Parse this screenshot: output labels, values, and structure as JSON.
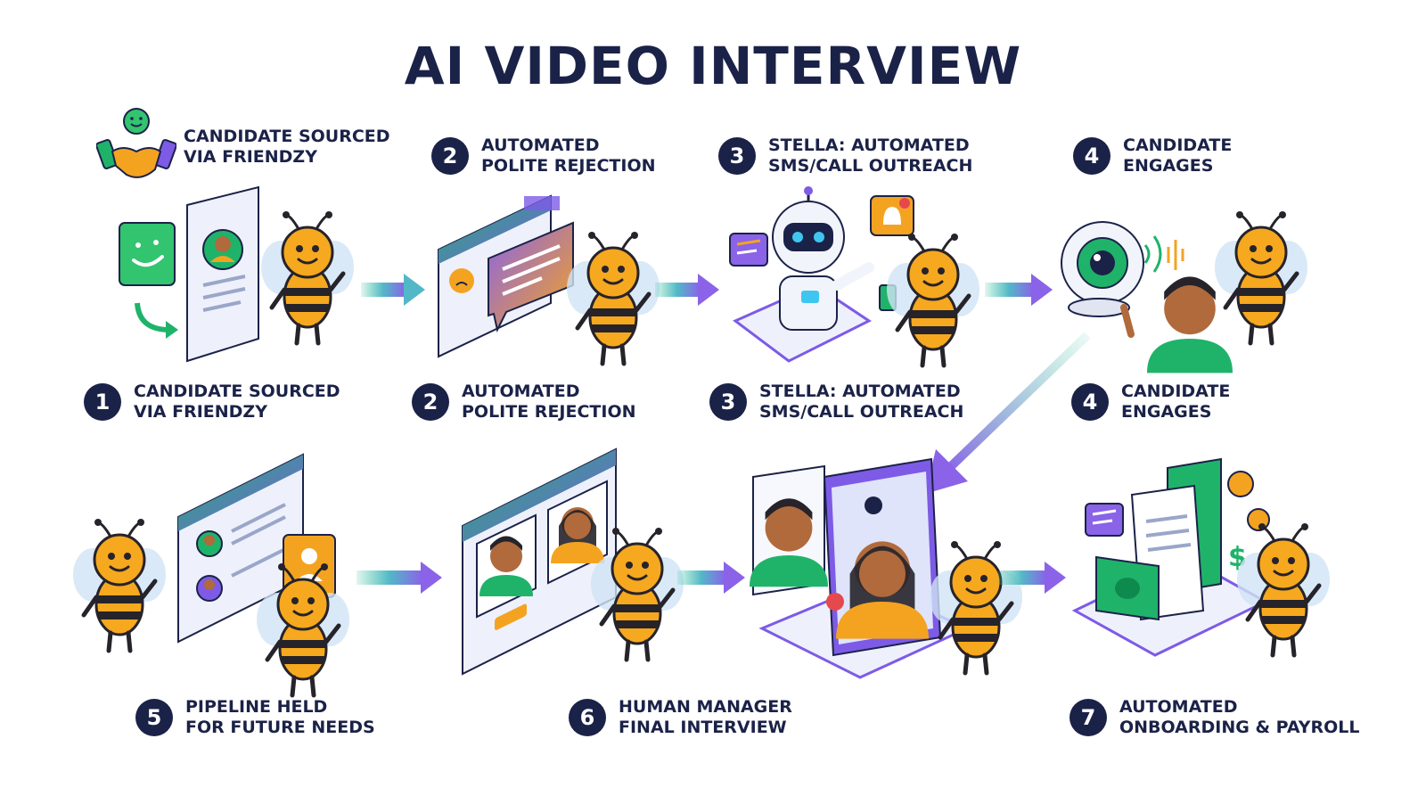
{
  "title": "AI VIDEO INTERVIEW",
  "top_steps": [
    {
      "number": "",
      "line1": "CANDIDATE SOURCED",
      "line2": "VIA FRIENDZY",
      "icon": "handshake-icon"
    },
    {
      "number": "2",
      "line1": "AUTOMATED",
      "line2": "POLITE REJECTION"
    },
    {
      "number": "3",
      "line1": "STELLA: AUTOMATED",
      "line2": "SMS/CALL OUTREACH"
    },
    {
      "number": "4",
      "line1": "CANDIDATE",
      "line2": "ENGAGES"
    }
  ],
  "mid_steps": [
    {
      "number": "1",
      "line1": "CANDIDATE SOURCED",
      "line2": "VIA FRIENDZY"
    },
    {
      "number": "2",
      "line1": "AUTOMATED",
      "line2": "POLITE REJECTION"
    },
    {
      "number": "3",
      "line1": "STELLA: AUTOMATED",
      "line2": "SMS/CALL OUTREACH"
    },
    {
      "number": "4",
      "line1": "CANDIDATE",
      "line2": "ENGAGES"
    }
  ],
  "bottom_steps": [
    {
      "number": "5",
      "line1": "PIPELINE HELD",
      "line2": "FOR FUTURE NEEDS"
    },
    {
      "number": "6",
      "line1": "HUMAN MANAGER",
      "line2": "FINAL INTERVIEW"
    },
    {
      "number": "7",
      "line1": "AUTOMATED",
      "line2": "ONBOARDING & PAYROLL"
    }
  ],
  "colors": {
    "navy": "#1b2248",
    "green": "#1fb36a",
    "purple": "#7d5be6",
    "orange": "#f4a321",
    "bee_yellow": "#f6a81f",
    "bee_black": "#26232a"
  }
}
